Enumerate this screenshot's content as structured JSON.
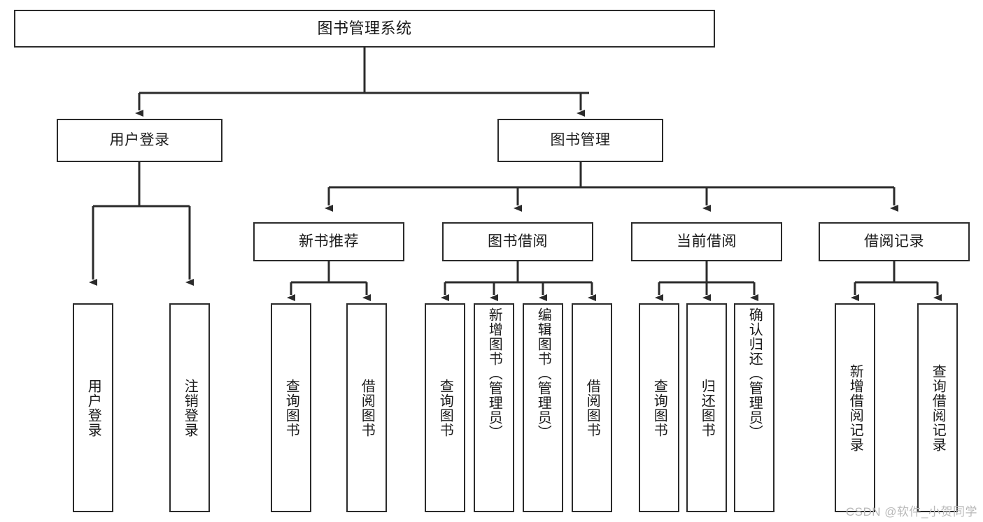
{
  "diagram": {
    "title": "图书管理系统",
    "type": "functional-structure-tree",
    "accent_color": "#2b2b2b",
    "background_color": "#ffffff",
    "levels": {
      "root": {
        "label": "图书管理系统"
      },
      "level2": [
        {
          "id": "user-login",
          "label": "用户登录"
        },
        {
          "id": "book-management",
          "label": "图书管理"
        }
      ],
      "level3": [
        {
          "id": "new-book-recommend",
          "label": "新书推荐",
          "parent": "book-management"
        },
        {
          "id": "book-borrow",
          "label": "图书借阅",
          "parent": "book-management"
        },
        {
          "id": "current-borrow",
          "label": "当前借阅",
          "parent": "book-management"
        },
        {
          "id": "borrow-record",
          "label": "借阅记录",
          "parent": "book-management"
        }
      ],
      "leaves": [
        {
          "id": "leaf-user-login",
          "label": "用户登录",
          "parent": "user-login"
        },
        {
          "id": "leaf-logout-login",
          "label": "注销登录",
          "parent": "user-login"
        },
        {
          "id": "leaf-query-book-1",
          "label": "查询图书",
          "parent": "new-book-recommend"
        },
        {
          "id": "leaf-borrow-book-1",
          "label": "借阅图书",
          "parent": "new-book-recommend"
        },
        {
          "id": "leaf-query-book-2",
          "label": "查询图书",
          "parent": "book-borrow"
        },
        {
          "id": "leaf-add-book",
          "label": "新增图书（管理员）",
          "parent": "book-borrow"
        },
        {
          "id": "leaf-edit-book",
          "label": "编辑图书（管理员）",
          "parent": "book-borrow"
        },
        {
          "id": "leaf-borrow-book-2",
          "label": "借阅图书",
          "parent": "book-borrow"
        },
        {
          "id": "leaf-query-book-3",
          "label": "查询图书",
          "parent": "current-borrow"
        },
        {
          "id": "leaf-return-book",
          "label": "归还图书",
          "parent": "current-borrow"
        },
        {
          "id": "leaf-confirm-return",
          "label": "确认归还（管理员）",
          "parent": "current-borrow"
        },
        {
          "id": "leaf-add-record",
          "label": "新增借阅记录",
          "parent": "borrow-record"
        },
        {
          "id": "leaf-query-record",
          "label": "查询借阅记录",
          "parent": "borrow-record"
        }
      ]
    }
  },
  "watermark": {
    "text": "CSDN @软件_小贺同学"
  }
}
